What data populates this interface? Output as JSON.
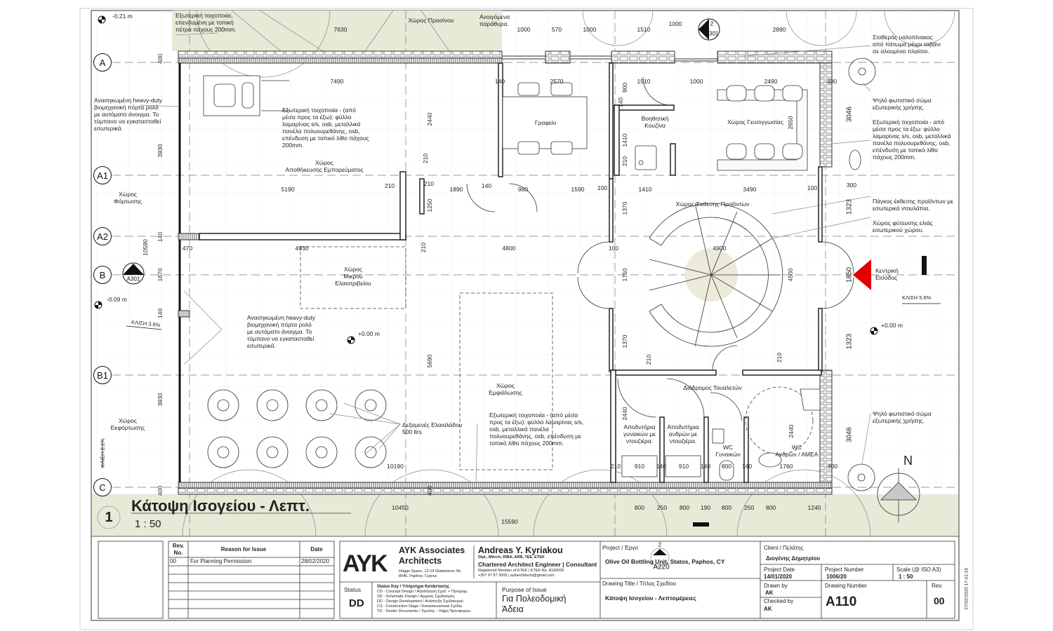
{
  "drawing": {
    "view_number": "1",
    "view_title": "Κάτοψη Ισογείου - Λεπτ.",
    "view_scale": "1 : 50",
    "north": "N",
    "grid_lines": [
      "A",
      "A1",
      "A2",
      "B",
      "B1",
      "C"
    ],
    "section_markers": [
      {
        "number": "1",
        "sheet": "A301"
      },
      {
        "number": "2",
        "sheet": "A301"
      },
      {
        "number": "2",
        "sheet": "A220"
      }
    ],
    "rooms": {
      "storage": "Χώρος\nΑποθήκευσης Εμπορεύματος",
      "office": "Γραφείο",
      "kitchen": "Βοηθητική\nΚουζίνα",
      "tasting": "Χώρος Γευσιγγωσίας",
      "exhibition": "Χώρος Έκθεσης Προϊόντων",
      "mill": "Χώρος\nΜικρού\nΕλαιοτριβείου",
      "bottling": "Χώρος\nΕμφιάλωσης",
      "corridor": "Διάδρομος Τουαλετών",
      "changing_women": "Αποδυτήρια\nγυναικών με\nντουζιέρα.",
      "changing_men": "Αποδυτήρια\nανδρών με\nντουζιέρα.",
      "wc_women": "WC\nΓυναικών",
      "wc_men": "WC\nΑνδρών / ΑΜΕΑ",
      "loading": "Χώρος\nΦόρτωσης",
      "unloading": "Χώρος\nΕκφόρτωσης",
      "green": "Χώρος Πρασίνου",
      "entrance": "Κεντρική\nΕίσοδος"
    },
    "notes": {
      "stone_wall": "Εξωτερική τοιχοποιία,\nεπενδυμένη με τοπική\nπέτρα πάχους 200mm.",
      "windows": "Ανοιγόμενα\nπαράθυρα.",
      "roller_door_left": "Ανασηκωμένη heavy-duty\nβιομηχανική πόρτα ρολό\nμε αυτόματο άνοιγμα. Το\nτύμπανο να εγκατασταθεί\nεσωτερικά.",
      "roller_door_mid": "Ανασηκωμένη heavy-duty\nβιομηχανική πόρτα ρολό\nμε αυτόματο άνοιγμα. Το\nτύμπανο να εγκατασταθεί\nεσωτερικά.",
      "wall_storage": "Εξωτερική τοιχοποιία - (από\nμέσα προς τα έξω): φύλλο\nλαμαρίνας s/s, osb, μεταλλικά\nπανέλα πολυουρεθάνης, osb,\nεπένδυση με τοπικό λίθο πάχους\n200mm.",
      "glazing": "Σταθερός υαλοπίνακας\nαπό πάτωμα μέχρι ταβάνι\nσε αλουμίνιο πλαίσιο.",
      "light_top": "Ψηλό φωτιστικό σώμα\nεξωτερικής χρήσης.",
      "wall_right": "Εξωτερική τοιχοποιία - από\nμέσα προς τα έξω: φύλλο\nλαμαρίνας s/s, osb, μεταλλικά\nπανέλα πολυουρεθάνης, osb,\nεπένδυση με τοπικό λίθο\nπάχους 200mm.",
      "counter": "Πάγκος έκθεσης προϊόντων με\nεσωτερικά ντουλάπια.",
      "olive": "Χώρος φύτευσης ελιάς\nεσωτερικού χώρου.",
      "light_bottom": "Ψηλό φωτιστικό σώμα\nεξωτερικής χρήσης.",
      "tanks": "Δεξαμενές Ελαιολάδου\n500 ltrs",
      "wall_bottling": "Εξωτερική τοιχοποιία - (από μέσα\nπρος τα έξω): φύλλο λαμαρίνας s/s,\nosb, μεταλλικά πανέλα\nπολυουρεθάνης, osb, επένδυση με\nτοπικό λίθο πάχους 200mm."
    },
    "levels": [
      "-0.21 m",
      "-0.09 m",
      "+0.00 m",
      "+0.00 m"
    ],
    "slopes": [
      "ΚΛΙΣΗ 3.6%",
      "ΚΛΙΣΗ 5.6%",
      "ΚΛΙΣΗ 2.1%"
    ],
    "dimensions": [
      "7630",
      "1000",
      "570",
      "1000",
      "1510",
      "1000",
      "2890",
      "7490",
      "140",
      "2570",
      "1510",
      "1000",
      "2490",
      "400",
      "5190",
      "210",
      "210",
      "1890",
      "140",
      "980",
      "1590",
      "100",
      "1410",
      "3490",
      "100",
      "300",
      "470",
      "4930",
      "4800",
      "100",
      "4900",
      "10190",
      "210",
      "910",
      "140",
      "910",
      "140",
      "800",
      "140",
      "1760",
      "400",
      "800",
      "250",
      "800",
      "190",
      "800",
      "250",
      "800",
      "1240",
      "10450",
      "15590",
      "400",
      "3930",
      "140",
      "10590",
      "1670",
      "140",
      "3930",
      "400",
      "2440",
      "210",
      "1250",
      "210",
      "5690",
      "400",
      "900",
      "1410",
      "210",
      "2650",
      "3046",
      "1323",
      "1370",
      "1750",
      "4500",
      "1850",
      "1370",
      "1323",
      "210",
      "210",
      "2440",
      "2440",
      "3046",
      "140"
    ]
  },
  "title_block": {
    "revisions": {
      "headers": [
        "Rev.\nNo.",
        "Reason for Issue",
        "Date"
      ],
      "rows": [
        [
          "00",
          "For Planning Permission",
          "28/02/2020"
        ]
      ]
    },
    "logo": "AYK",
    "firm": "AYK Associates\nArchitects",
    "firm_address": "Hügge Space, 12-14 Gladstonos Str.\n8046, Paphos, Cyprus",
    "architect": "Andreas Y. Kyriakou",
    "architect_quals": "Dipl., MArch, RIBA, ARB, TEE, ETEK",
    "architect_role": "Chartered Architect Engineer | Consultant",
    "architect_reg": "Registered Member of ETEK | ETEK No. A182005\n+357 97 87 2005 | aykarchitects@gmail.com",
    "status_label": "Status",
    "status": "DD",
    "status_key_title": "Status Key / Υπόμνημα Κατάστασης",
    "status_key": "CD - Concept Design / Αξιολόγηση Σχεδ. + Προγραμ.\nSD - Schematic Design / Αρχικός Σχεδιασμός\nDD - Design Development / Ανάπτυξη Σχεδιασμού\nCS - Construction Stage / Κατασκευαστικά Σχέδια\nTD - Tender Documents / Τιμολόγ. - Λήψη Προσφορών",
    "purpose_label": "Purpose of Issue",
    "purpose": "Για Πολεοδομική\nΆδεια",
    "project_label": "Project / Έργο",
    "project": "Olive Oil Bottling Unit, Statos, Paphos, CY",
    "drawing_title_label": "Drawing Title / Τίτλος Σχεδίου",
    "drawing_title": "Κάτοψη Ισογείου - Λεπτομέρειες",
    "client_label": "Client / Πελάτης",
    "client": "Διογένης Δημητρίου",
    "project_date_label": "Project Date",
    "project_date": "14/01/2020",
    "project_number_label": "Project Number",
    "project_number": "1006/20",
    "scale_label": "Scale (@ ISO A3)",
    "scale": "1 : 50",
    "drawn_by_label": "Drawn by",
    "drawn_by": "AK",
    "checked_by_label": "Checked by",
    "checked_by": "AK",
    "drawing_number_label": "Drawing Number",
    "drawing_number": "A110",
    "rev_label": "Rev.",
    "rev": "00",
    "timestamp": "27/02/2020 17:41:16"
  },
  "colors": {
    "entrance_marker": "#e00000",
    "landscape": "#e6ead6",
    "wall": "#333333"
  }
}
